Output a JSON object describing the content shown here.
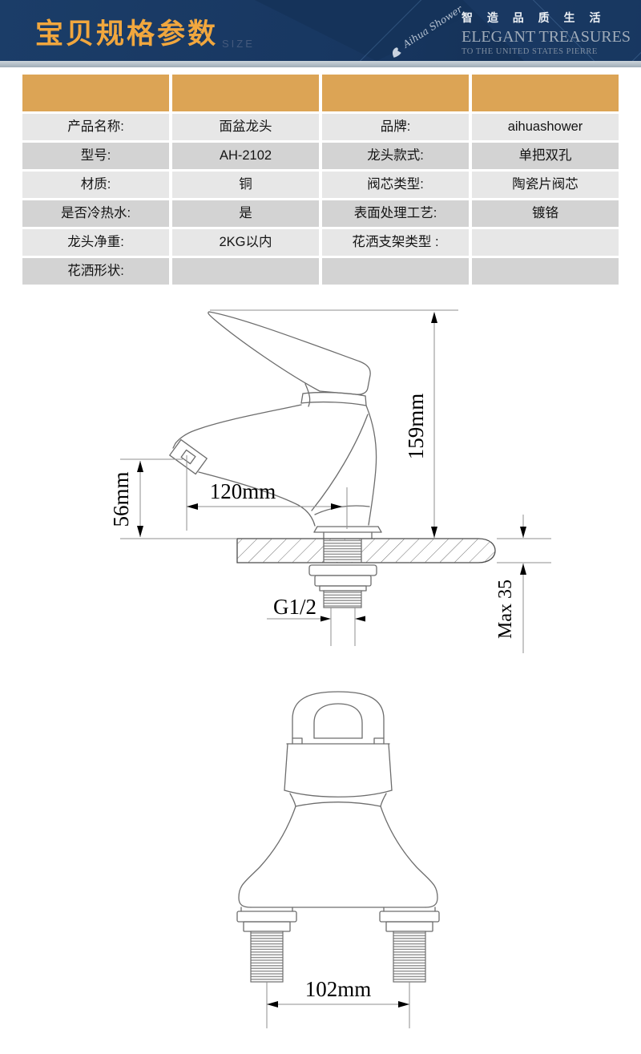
{
  "header": {
    "title": "宝贝规格参数",
    "size_tag": "SIZE",
    "logo_script": "Aihua Shower",
    "slogan_cn": "智 造 品 质 生 活",
    "slogan_en": "ELEGANT TREASURES",
    "slogan_en_sub": "TO THE UNITED STATES PIERRE",
    "colors": {
      "bg": "#173560",
      "title": "#f1a73e",
      "divider_bar": "#aeb9c3"
    }
  },
  "spec_table": {
    "header_color": "#dca455",
    "row_light": "#e7e7e7",
    "row_dark": "#d3d3d3",
    "rows": [
      {
        "cells": [
          "产品名称:",
          "面盆龙头",
          "品牌:",
          "aihuashower"
        ]
      },
      {
        "cells": [
          "型号:",
          "AH-2102",
          "龙头款式:",
          "单把双孔"
        ]
      },
      {
        "cells": [
          "材质:",
          "铜",
          "阀芯类型:",
          "陶瓷片阀芯"
        ]
      },
      {
        "cells": [
          "是否冷热水:",
          "是",
          "表面处理工艺:",
          "镀铬"
        ]
      },
      {
        "cells": [
          "龙头净重:",
          "2KG以内",
          "花洒支架类型 :",
          ""
        ]
      },
      {
        "cells": [
          "花洒形状:",
          "",
          "",
          ""
        ]
      }
    ]
  },
  "diagram": {
    "side_view": {
      "dim_height": "159mm",
      "dim_spout_height": "56mm",
      "dim_spout_reach": "120mm",
      "dim_thread": "G1/2",
      "dim_max_thickness": "Max 35"
    },
    "front_view": {
      "dim_hole_spacing": "102mm"
    }
  }
}
